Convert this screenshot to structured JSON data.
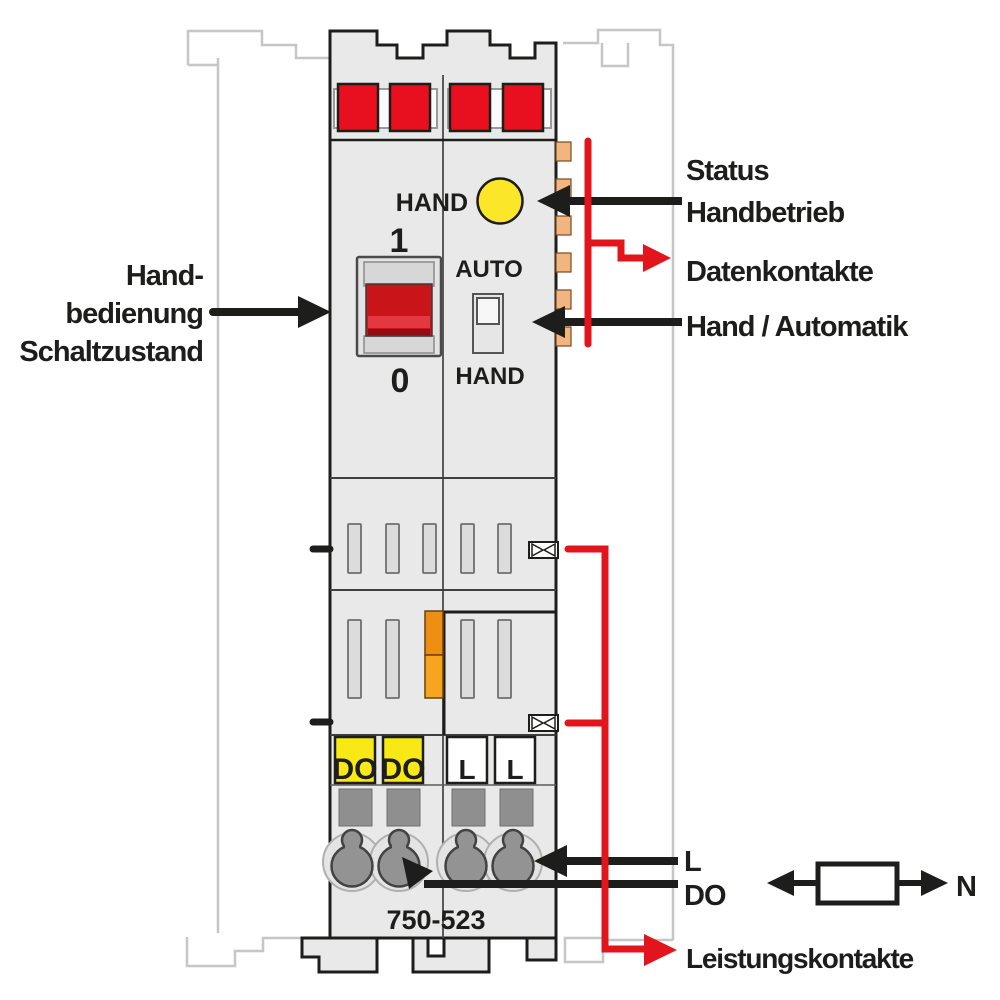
{
  "diagram": {
    "part_number": "750-523",
    "module": {
      "led_label": "HAND",
      "switch_pos_on": "1",
      "switch_pos_off": "0",
      "mode_switch_top": "AUTO",
      "mode_switch_bottom": "HAND",
      "terminal_labels": [
        "DO",
        "DO",
        "L",
        "L"
      ],
      "part_number": "750-523"
    },
    "callouts": {
      "left": [
        "Hand-",
        "bedienung",
        "Schaltzustand"
      ],
      "status": [
        "Status",
        "Handbetrieb"
      ],
      "datenkontakte": "Datenkontakte",
      "hand_automatik": "Hand / Automatik",
      "leistungskontakte": "Leistungskontakte",
      "wire_l": "L",
      "wire_do": "DO",
      "wire_n": "N"
    },
    "colors": {
      "red": "#e2141c",
      "clamp_red": "#e8101e",
      "led_yellow": "#fbe62a",
      "terminal_yellow": "#f7e816",
      "data_contact_orange": "#f1b581",
      "latch_orange": "#ee8e12",
      "body_gray": "#e9e9e9",
      "ink": "#1d1d1b"
    }
  }
}
